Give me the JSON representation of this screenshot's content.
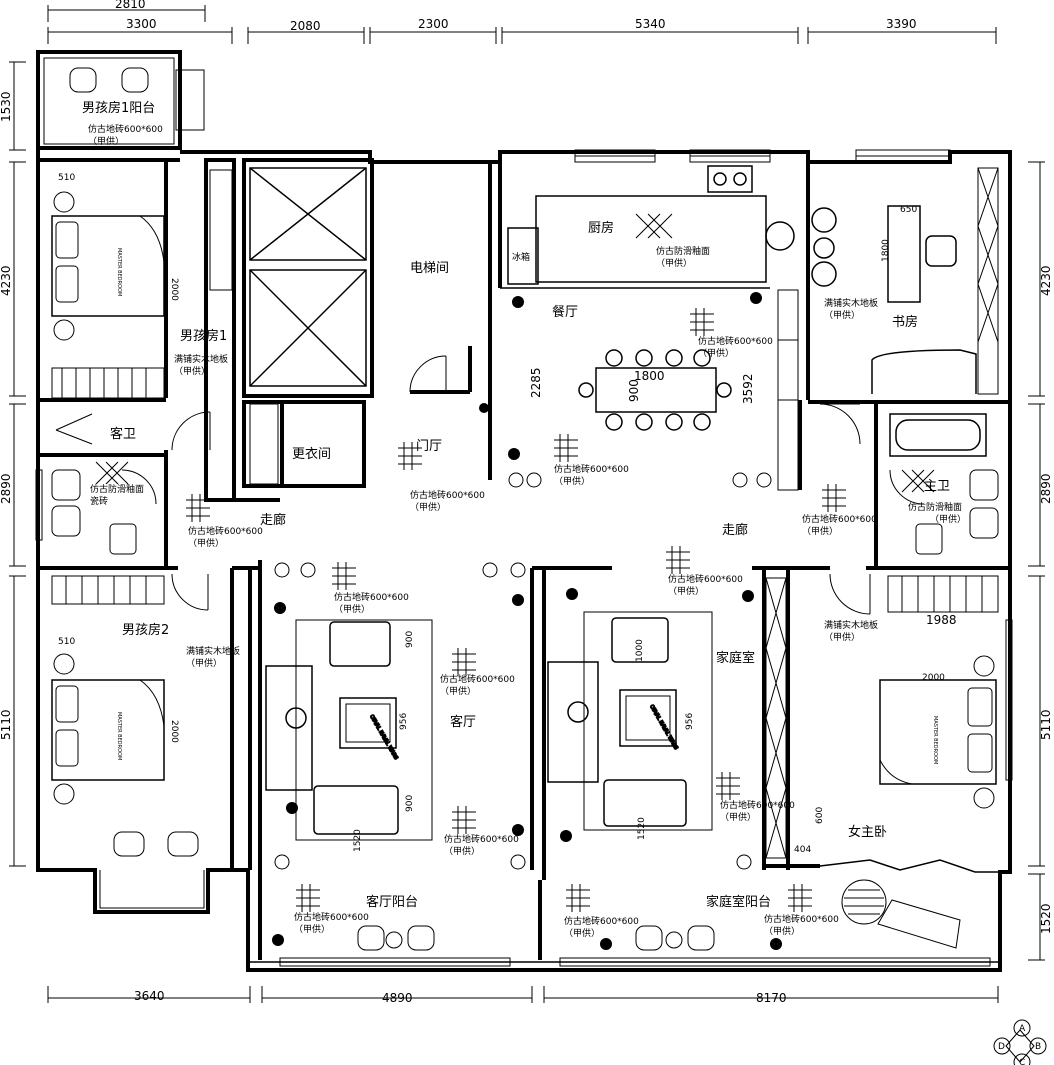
{
  "dimensions": {
    "top_row1": [
      "2810"
    ],
    "top_row2": [
      "3300",
      "2080",
      "2300",
      "5340",
      "3390"
    ],
    "left": [
      "1530",
      "4230",
      "2890",
      "5110"
    ],
    "right": [
      "4230",
      "2890",
      "5110",
      "1520"
    ],
    "bottom": [
      "3640",
      "4890",
      "8170"
    ]
  },
  "rooms": {
    "boy_room1_balcony": "男孩房1阳台",
    "boy_room1": "男孩房1",
    "boy_room2": "男孩房2",
    "guest_bath": "客卫",
    "elevator_hall": "电梯间",
    "dressing_room": "更衣间",
    "foyer": "门厅",
    "kitchen": "厨房",
    "dining": "餐厅",
    "study": "书房",
    "master_bath": "主卫",
    "corridor_left": "走廊",
    "corridor_right": "走廊",
    "living_room": "客厅",
    "family_room": "家庭室",
    "living_balcony": "客厅阳台",
    "family_balcony": "家庭室阳台",
    "master_bedroom": "女主卧"
  },
  "notes": {
    "tile": "仿古地砖600*600",
    "supplied": "（甲供）",
    "wood_floor": "满铺实木地板",
    "antislip_tile": "仿古防滑釉面",
    "antislip_tile_short": "瓷砖",
    "fridge": "冰箱",
    "bed_label": "MASTER BEDROOM",
    "rug_label": "OBVAL NAVAL WARS"
  },
  "measures": {
    "table_len": "1800",
    "table_w": "900",
    "dining_2285": "2285",
    "dining_3592": "3592",
    "desk_650": "650",
    "desk_1800": "1800",
    "bed_2000": "2000",
    "bed_2000b": "2000",
    "bed_2000c": "2000",
    "master_1988": "1988",
    "sofa_900": "900",
    "sofa_900b": "900",
    "sofa_956": "956",
    "sofa_956b": "956",
    "sofa_1520": "1520",
    "sofa_1520b": "1520",
    "sofa_1000": "1000",
    "cab_600": "600",
    "cab_404": "404",
    "b510a": "510",
    "b510b": "510"
  },
  "compass": [
    "A",
    "B",
    "C",
    "D"
  ]
}
